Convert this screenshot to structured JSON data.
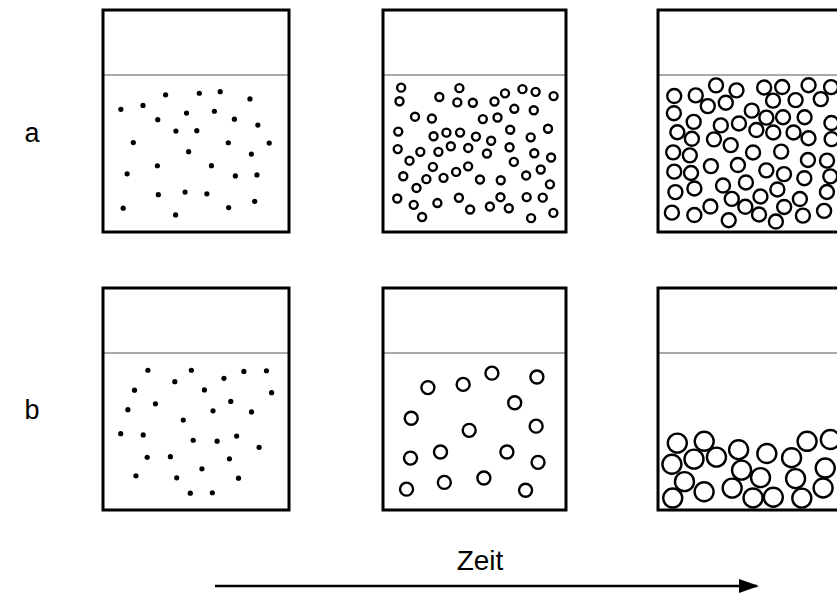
{
  "diagram": {
    "labels": [
      "a",
      "b",
      "Zeit"
    ]
  }
}
